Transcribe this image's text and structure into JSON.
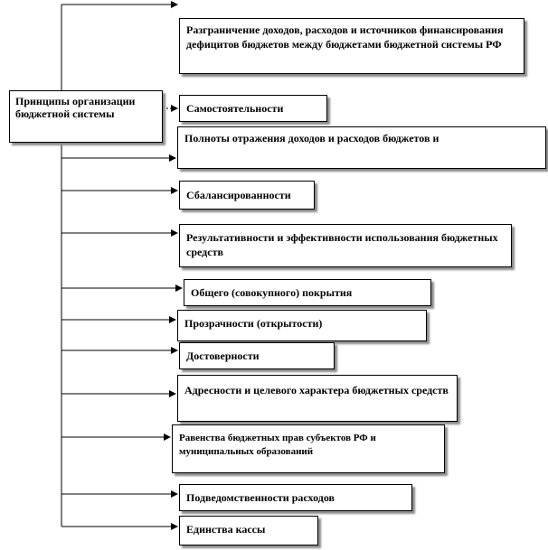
{
  "root": {
    "label": "Принципы организации бюджетной системы"
  },
  "principles": [
    {
      "label": "Разграничение доходов, расходов и источников финансирования дефицитов бюджетов между бюджетами бюджетной системы РФ"
    },
    {
      "label": "Самостоятельности"
    },
    {
      "label": "Полноты отражения доходов и расходов бюджетов и"
    },
    {
      "label": "Сбалансированности"
    },
    {
      "label": "Результативности и эффективности использования бюджетных средств"
    },
    {
      "label": "Общего (совокупного) покрытия"
    },
    {
      "label": "Прозрачности (открытости)"
    },
    {
      "label": "Достоверности"
    },
    {
      "label": "Адресности и целевого характера бюджетных средств"
    },
    {
      "label": "Равенства бюджетных прав субъектов РФ и муниципальных образований"
    },
    {
      "label": "Подведомственности расходов"
    },
    {
      "label": "Единства кассы"
    }
  ]
}
